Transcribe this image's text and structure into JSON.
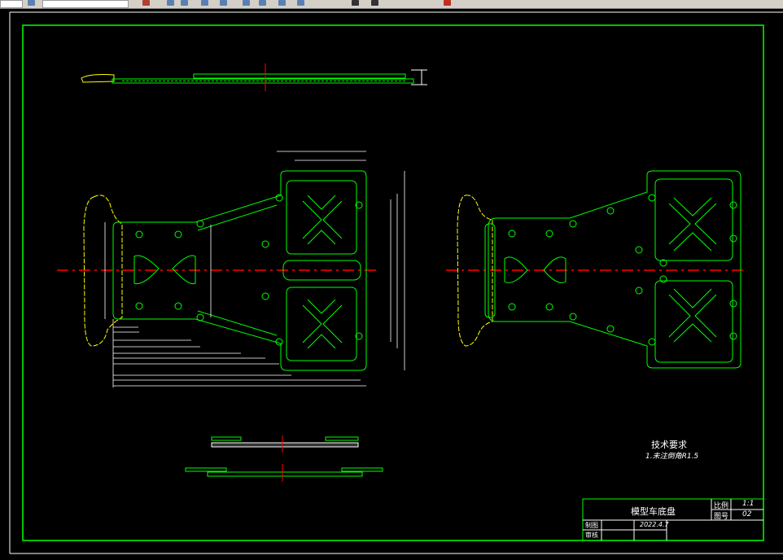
{
  "app": {
    "background": "#000000",
    "toolbar_color": "#d4d0c8"
  },
  "colors": {
    "frame": "#00ff00",
    "part": "#00ff00",
    "centerline": "#ff0000",
    "dimension": "#ffffff",
    "bumper": "#ffff00"
  },
  "drawing": {
    "tech_requirements": {
      "heading": "技术要求",
      "item1": "1.未注倒角R1.5"
    },
    "title_block": {
      "part_name": "模型车底盘",
      "scale_label": "比例",
      "scale_value": "1:1",
      "drawing_no_label": "图号",
      "drawing_no_value": "02",
      "drawn_by_label": "制图",
      "date": "2022.4.7",
      "checked_by_label": "审核"
    }
  }
}
